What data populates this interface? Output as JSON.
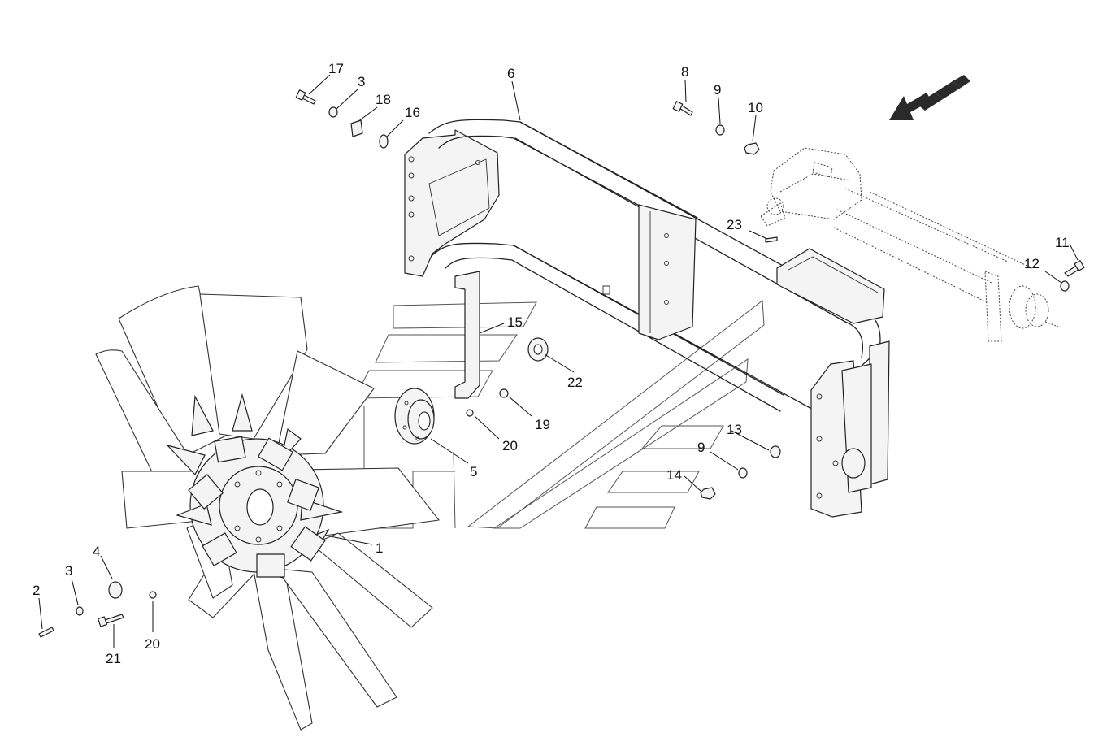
{
  "diagram": {
    "callouts": [
      {
        "id": "c17a",
        "label": "17"
      },
      {
        "id": "c3a",
        "label": "3"
      },
      {
        "id": "c18",
        "label": "18"
      },
      {
        "id": "c16",
        "label": "16"
      },
      {
        "id": "c6",
        "label": "6"
      },
      {
        "id": "c8",
        "label": "8"
      },
      {
        "id": "c9a",
        "label": "9"
      },
      {
        "id": "c10",
        "label": "10"
      },
      {
        "id": "c23",
        "label": "23"
      },
      {
        "id": "c11",
        "label": "11"
      },
      {
        "id": "c12",
        "label": "12"
      },
      {
        "id": "c15",
        "label": "15"
      },
      {
        "id": "c22",
        "label": "22"
      },
      {
        "id": "c19",
        "label": "19"
      },
      {
        "id": "c20a",
        "label": "20"
      },
      {
        "id": "c5",
        "label": "5"
      },
      {
        "id": "c13",
        "label": "13"
      },
      {
        "id": "c9b",
        "label": "9"
      },
      {
        "id": "c14",
        "label": "14"
      },
      {
        "id": "c1",
        "label": "1"
      },
      {
        "id": "c4",
        "label": "4"
      },
      {
        "id": "c3b",
        "label": "3"
      },
      {
        "id": "c2",
        "label": "2"
      },
      {
        "id": "c21",
        "label": "21"
      },
      {
        "id": "c20b",
        "label": "20"
      }
    ],
    "direction_arrow_icon": "direction-arrow-icon",
    "colors": {
      "ink": "#222222",
      "paper": "#ffffff"
    }
  }
}
